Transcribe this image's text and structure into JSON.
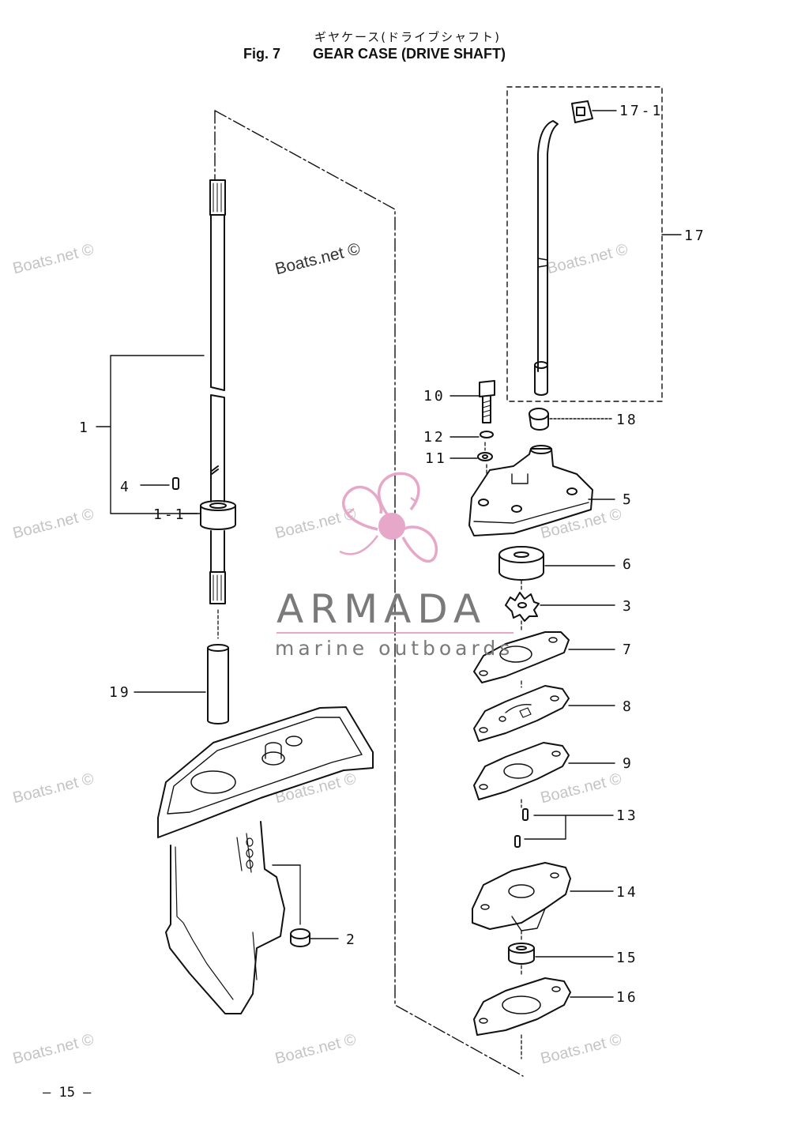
{
  "header": {
    "title_jp": "ギヤケース(ドライブシャフト)",
    "fig_label": "Fig. 7",
    "title_en": "GEAR CASE (DRIVE SHAFT)"
  },
  "page_number": "– 15 –",
  "watermark": "Boats.net ©",
  "logo": {
    "name": "ARMADA",
    "tagline": "marine outboards",
    "accent_color": "#e6a7c8",
    "text_color": "#7a7a7a",
    "icon": "propeller-icon"
  },
  "callouts": [
    {
      "id": "1",
      "label": "1"
    },
    {
      "id": "1-1",
      "label": "1-1"
    },
    {
      "id": "2",
      "label": "2"
    },
    {
      "id": "3",
      "label": "3"
    },
    {
      "id": "4",
      "label": "4"
    },
    {
      "id": "5",
      "label": "5"
    },
    {
      "id": "6",
      "label": "6"
    },
    {
      "id": "7",
      "label": "7"
    },
    {
      "id": "8",
      "label": "8"
    },
    {
      "id": "9",
      "label": "9"
    },
    {
      "id": "10",
      "label": "10"
    },
    {
      "id": "11",
      "label": "11"
    },
    {
      "id": "12",
      "label": "12"
    },
    {
      "id": "13",
      "label": "13"
    },
    {
      "id": "14",
      "label": "14"
    },
    {
      "id": "15",
      "label": "15"
    },
    {
      "id": "16",
      "label": "16"
    },
    {
      "id": "17",
      "label": "17"
    },
    {
      "id": "17-1",
      "label": "17-1"
    },
    {
      "id": "18",
      "label": "18"
    },
    {
      "id": "19",
      "label": "19"
    }
  ]
}
